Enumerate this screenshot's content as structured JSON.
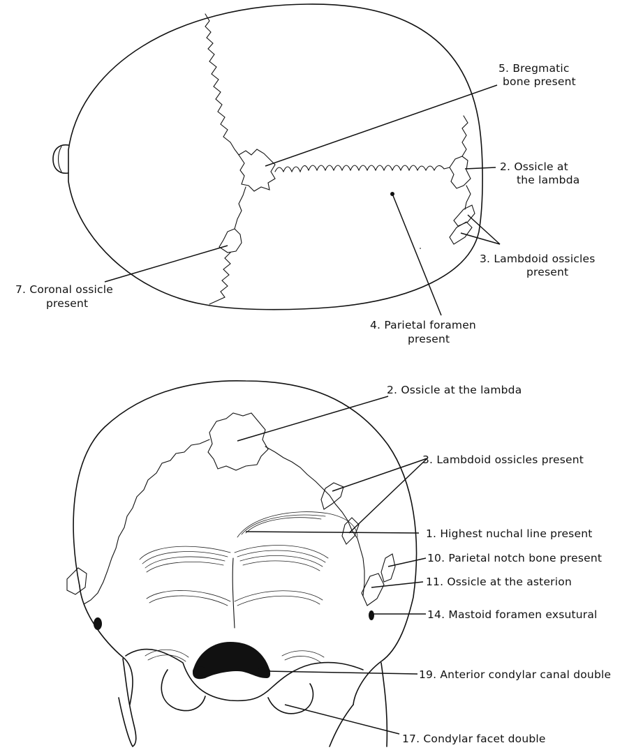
{
  "top_view": {
    "labels": [
      {
        "id": "bregmatic",
        "lines": [
          "5. Bregmatic",
          "bone present"
        ]
      },
      {
        "id": "lambda-ossicle",
        "lines": [
          "2. Ossicle at",
          "the lambda"
        ]
      },
      {
        "id": "lambdoid-ossicles",
        "lines": [
          "3. Lambdoid ossicles",
          "present"
        ]
      },
      {
        "id": "parietal-foramen",
        "lines": [
          "4. Parietal foramen",
          "present"
        ]
      },
      {
        "id": "coronal-ossicle",
        "lines": [
          "7. Coronal ossicle",
          "present"
        ]
      }
    ]
  },
  "rear_view": {
    "labels": [
      {
        "id": "lambda-ossicle",
        "lines": [
          "2. Ossicle at the lambda"
        ]
      },
      {
        "id": "lambdoid-ossicles",
        "lines": [
          "3. Lambdoid ossicles present"
        ]
      },
      {
        "id": "highest-nuchal",
        "lines": [
          "1. Highest nuchal line present"
        ]
      },
      {
        "id": "parietal-notch",
        "lines": [
          "10. Parietal notch bone present"
        ]
      },
      {
        "id": "asterion-ossicle",
        "lines": [
          "11. Ossicle at the asterion"
        ]
      },
      {
        "id": "mastoid-foramen",
        "lines": [
          "14. Mastoid foramen exsutural"
        ]
      },
      {
        "id": "condylar-canal",
        "lines": [
          "19. Anterior condylar canal double"
        ]
      },
      {
        "id": "condylar-facet",
        "lines": [
          "17. Condylar facet double"
        ]
      }
    ]
  }
}
